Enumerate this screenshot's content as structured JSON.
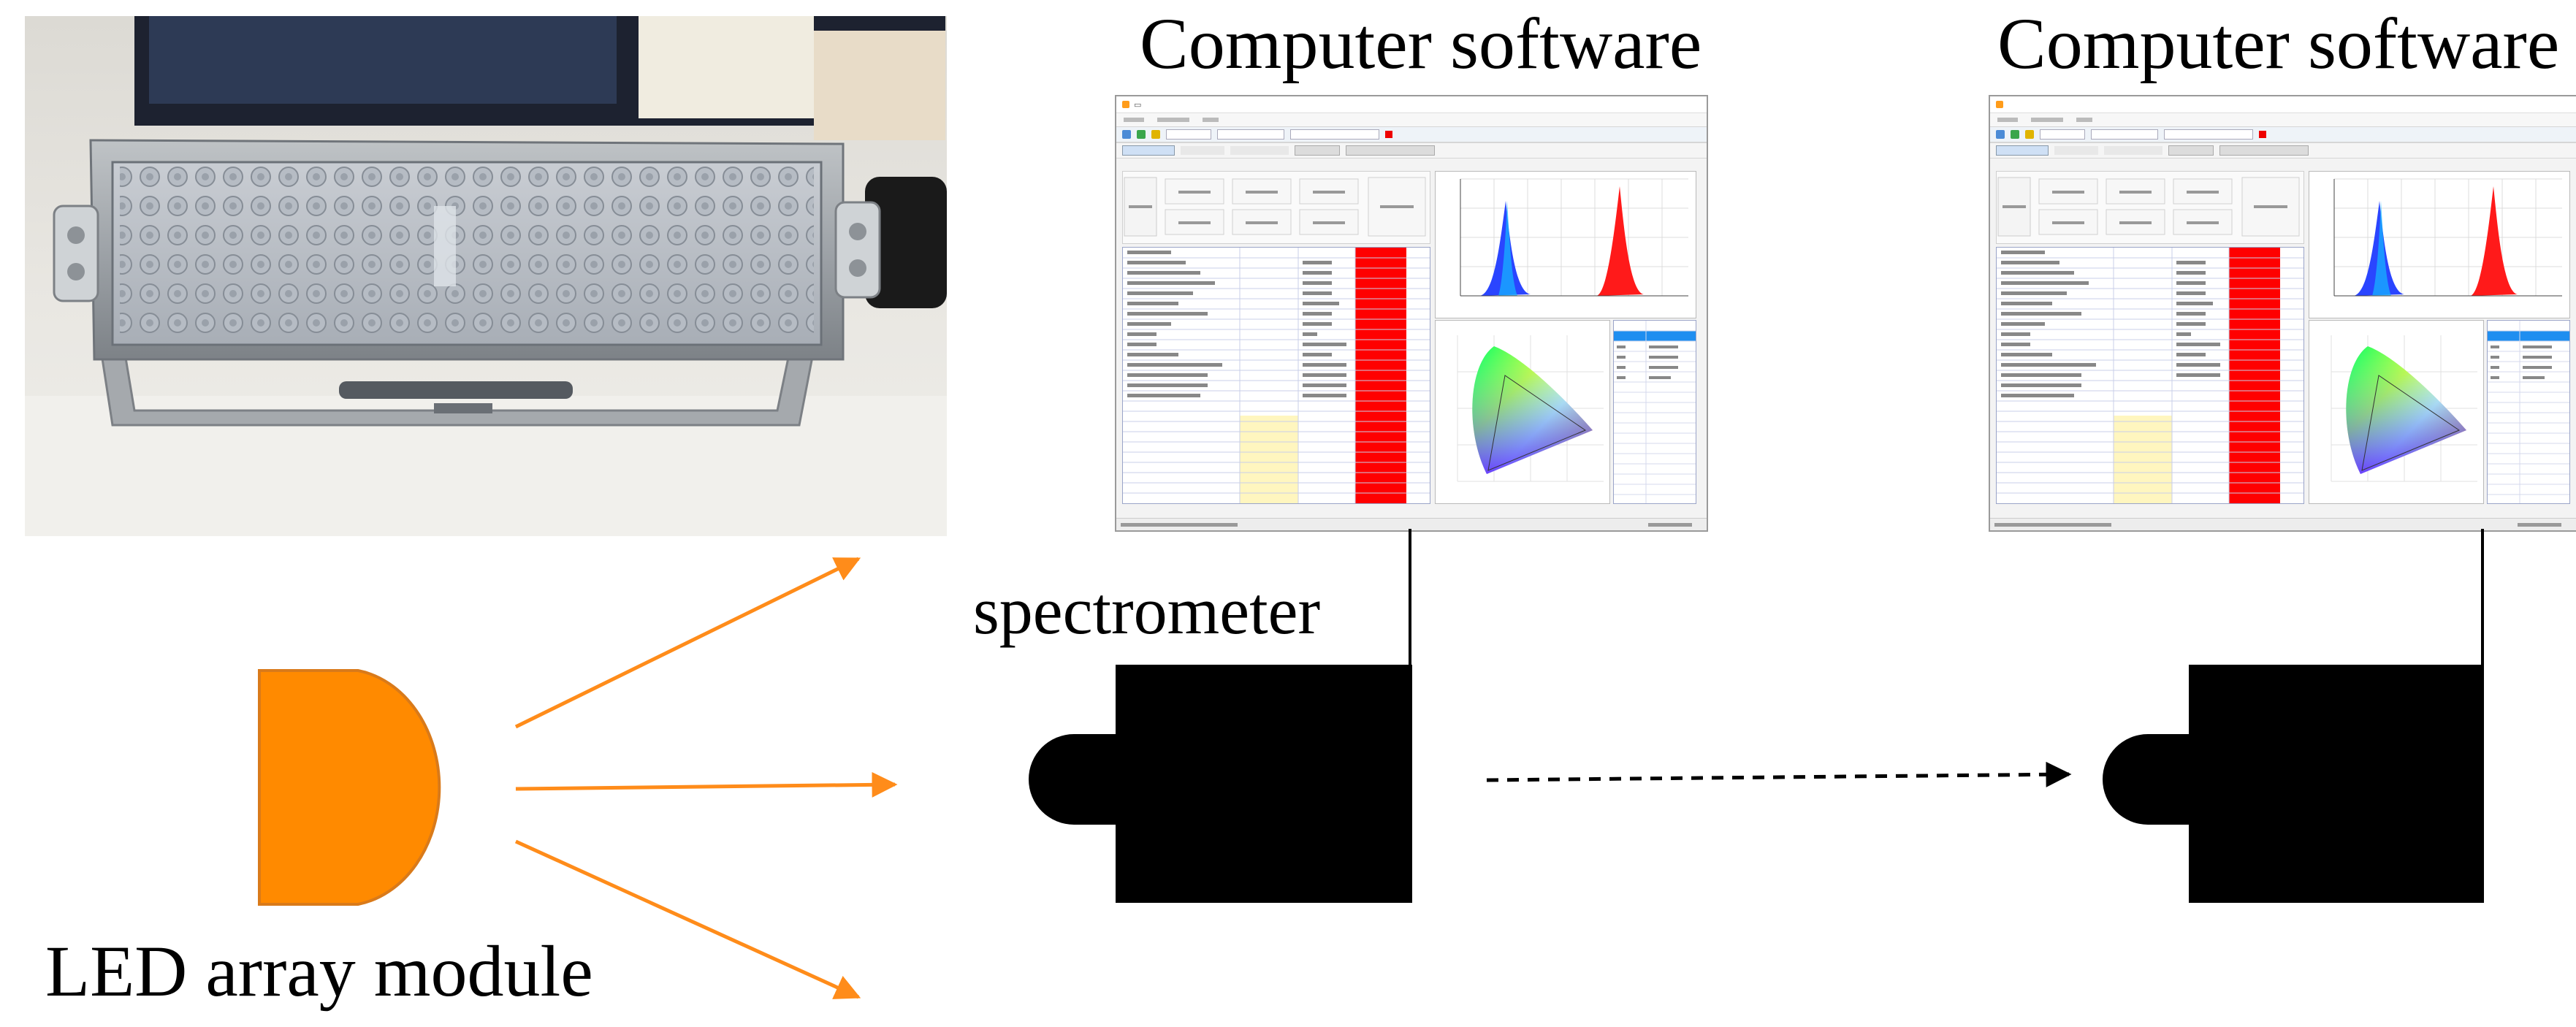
{
  "captions": {
    "software_left": "Computer software",
    "software_right": "Computer software",
    "spectrometer": "spectrometer",
    "led_module": "LED array module"
  },
  "colors": {
    "led_orange": "#ff8a00",
    "led_outline": "#d97a1a",
    "arrow_orange": "#ff8c1a",
    "device_black": "#000000",
    "spectrum_blue": "#1f3fff",
    "spectrum_red": "#ff1a1a",
    "data_column_red": "#ff0000"
  },
  "icons": [
    "led-symbol",
    "light-ray-arrow",
    "spectrometer-device",
    "connection-cable",
    "dashed-arrow"
  ]
}
